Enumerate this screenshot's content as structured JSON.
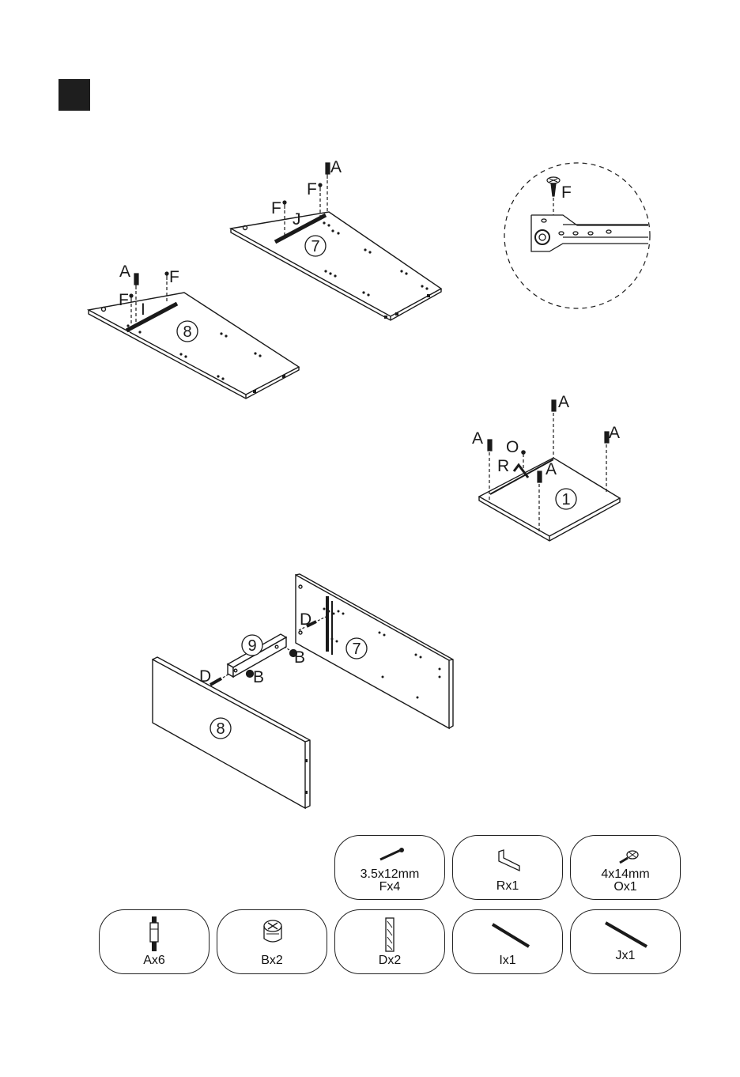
{
  "callouts": {
    "top_right_panel": {
      "a": "A",
      "f1": "F",
      "f2": "F",
      "j": "J",
      "panel": "7"
    },
    "top_left_panel": {
      "a": "A",
      "f1": "F",
      "f2": "F",
      "i": "I",
      "panel": "8"
    },
    "detail": {
      "f": "F"
    },
    "base_panel": {
      "a1": "A",
      "a2": "A",
      "a3": "A",
      "a4": "A",
      "o": "O",
      "r": "R",
      "panel": "1"
    },
    "assembly": {
      "d1": "D",
      "d2": "D",
      "b1": "B",
      "b2": "B",
      "panel_7": "7",
      "panel_8": "8",
      "panel_9": "9"
    }
  },
  "parts": {
    "f": {
      "size": "3.5x12mm",
      "qty": "Fx4"
    },
    "r": {
      "qty": "Rx1"
    },
    "o": {
      "size": "4x14mm",
      "qty": "Ox1"
    },
    "a": {
      "qty": "Ax6"
    },
    "b": {
      "qty": "Bx2"
    },
    "d": {
      "qty": "Dx2"
    },
    "i": {
      "qty": "Ix1"
    },
    "j": {
      "qty": "Jx1"
    }
  }
}
